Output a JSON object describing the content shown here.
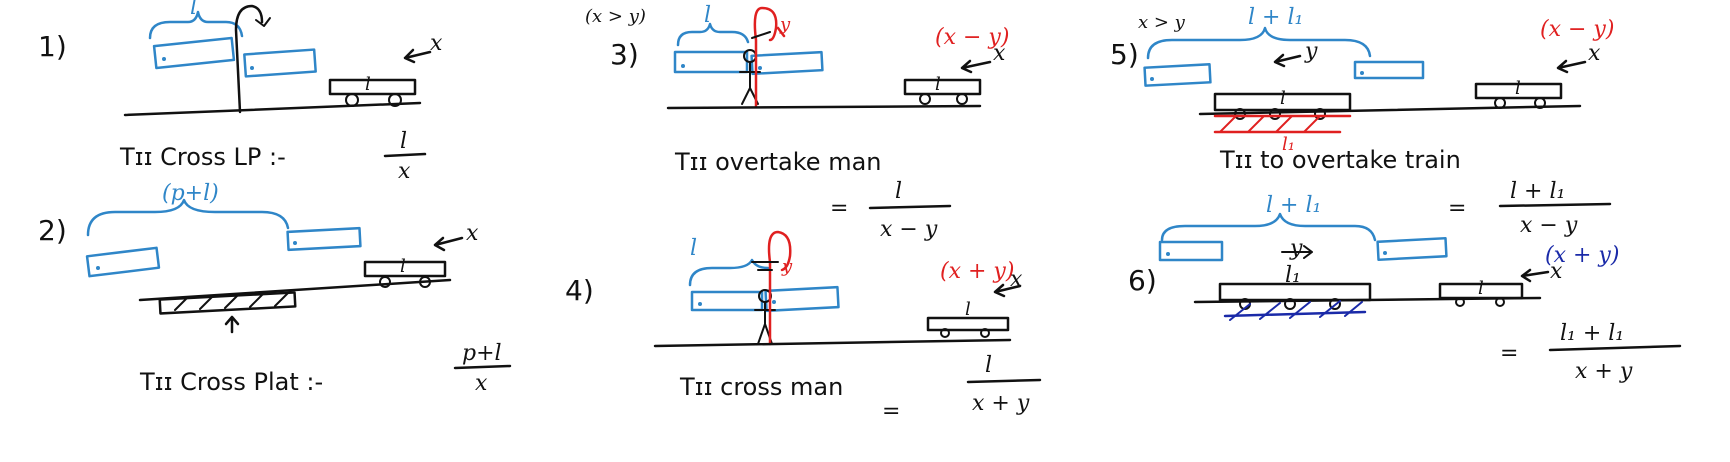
{
  "colors": {
    "ink": "#111111",
    "blue": "#2f86c8",
    "red": "#e02020",
    "navy": "#1a2aa8"
  },
  "case1": {
    "num": "1)",
    "l": "l",
    "x": "x",
    "caption": "Tɪɪ Cross LP :-",
    "frac_num": "l",
    "frac_den": "x"
  },
  "case2": {
    "num": "2)",
    "brace": "(p+l)",
    "l": "l",
    "x": "x",
    "caption": "Tɪɪ Cross Plat :-",
    "frac_num": "p+l",
    "frac_den": "x"
  },
  "case3": {
    "num": "3)",
    "cond": "(x > y)",
    "l": "l",
    "y": "y",
    "rel": "(x − y)",
    "x": "x",
    "caption": "Tɪɪ overtake man",
    "eq": "=",
    "frac_num": "l",
    "frac_den": "x − y"
  },
  "case4": {
    "num": "4)",
    "l": "l",
    "y": "y",
    "rel": "(x + y)",
    "x": "x",
    "caption": "Tɪɪ cross man",
    "eq": "=",
    "frac_num": "l",
    "frac_den": "x + y"
  },
  "case5": {
    "num": "5)",
    "cond": "x > y",
    "brace": "l + l₁",
    "y": "y",
    "rel": "(x − y)",
    "x": "x",
    "l": "l",
    "l1": "l₁",
    "caption": "Tɪɪ to overtake train",
    "eq": "=",
    "frac_num": "l + l₁",
    "frac_den": "x − y"
  },
  "case6": {
    "num": "6)",
    "brace": "l + l₁",
    "y": "y",
    "rel": "(x + y)",
    "x": "x",
    "l": "l",
    "l1": "l₁",
    "eq": "=",
    "frac_num": "l₁ + l₁",
    "frac_den": "x + y"
  }
}
